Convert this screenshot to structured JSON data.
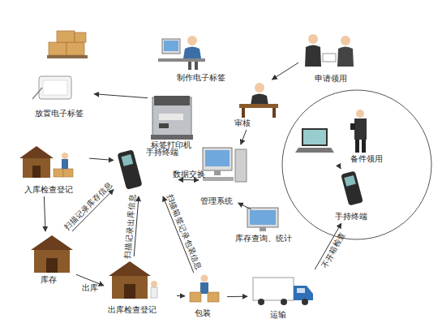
{
  "diagram": {
    "nodes": [
      {
        "text": [
          "放置电子标签"
        ]
      },
      {
        "text": [
          "制作电子标签"
        ]
      },
      {
        "text": [
          "申请领用"
        ]
      },
      {
        "text": [
          "标签打印机"
        ]
      },
      {
        "text": [
          "审核"
        ]
      },
      {
        "text": [
          "备件领用"
        ]
      },
      {
        "text": [
          "入库检查登记"
        ]
      },
      {
        "text": [
          "手持终端"
        ]
      },
      {
        "text": [
          "管理系统"
        ]
      },
      {
        "text": [
          "手持终端"
        ]
      },
      {
        "text": [
          "库存查询、统计"
        ]
      },
      {
        "text": [
          "库存"
        ]
      },
      {
        "text": [
          "出库检查登记"
        ]
      },
      {
        "text": [
          "包装"
        ]
      },
      {
        "text": [
          "运输"
        ]
      }
    ],
    "edges": [
      {
        "from": 3,
        "to": 0,
        "arrow": "to"
      },
      {
        "from": 2,
        "to": 4,
        "arrow": "to"
      },
      {
        "from": 4,
        "to": 8,
        "arrow": "to"
      },
      {
        "from": 8,
        "to": 10,
        "arrow": "to"
      },
      {
        "from": 7,
        "to": 8,
        "label": "数据交换",
        "arrow": "both"
      },
      {
        "from": 6,
        "to": 7,
        "arrow": "to"
      },
      {
        "from": 6,
        "to": 11,
        "arrow": "to"
      },
      {
        "from": 11,
        "to": 12,
        "label": "出库",
        "arrow": "to"
      },
      {
        "from": 12,
        "to": 13,
        "arrow": "to"
      },
      {
        "from": 13,
        "to": 14,
        "arrow": "to"
      },
      {
        "from": 14,
        "to": 9,
        "label": "不开箱检查",
        "arrow": "to"
      },
      {
        "from": 9,
        "to": 5,
        "arrow": "to"
      },
      {
        "from": 11,
        "to": 7,
        "label": "扫描记录库存信息",
        "arrow": "to"
      },
      {
        "from": 12,
        "to": 7,
        "label": "扫描记录出库信息",
        "arrow": "to"
      },
      {
        "from": 13,
        "to": 7,
        "label": "扫描箱签记录包装信息",
        "arrow": "to"
      }
    ]
  }
}
